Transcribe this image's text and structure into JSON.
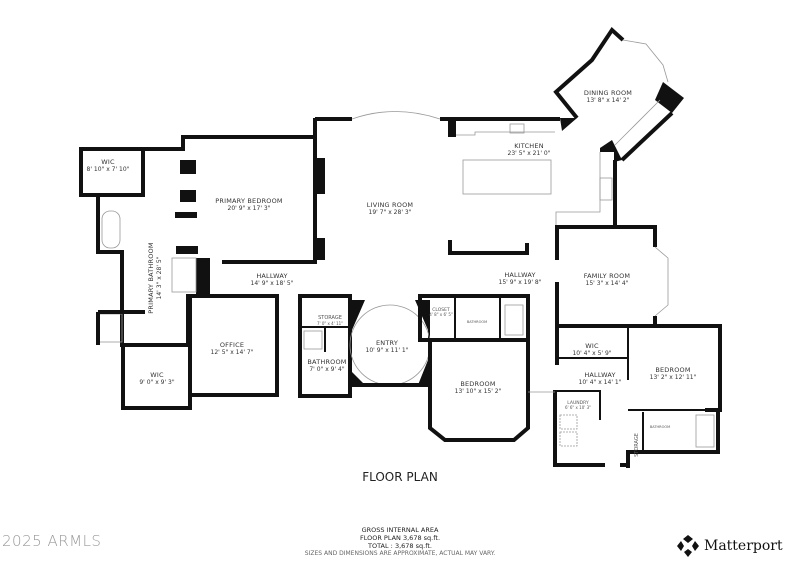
{
  "title": "FLOOR PLAN",
  "rooms": [
    {
      "id": "wic1",
      "name": "WIC",
      "dims": "8' 10\" x 7' 10\""
    },
    {
      "id": "primary-bedroom",
      "name": "PRIMARY BEDROOM",
      "dims": "20' 9\" x 17' 3\""
    },
    {
      "id": "primary-bathroom",
      "name": "PRIMARY BATHROOM",
      "dims": "14' 3\" x 28' 5\""
    },
    {
      "id": "hallway1",
      "name": "HALLWAY",
      "dims": "14' 9\" x 18' 5\""
    },
    {
      "id": "living-room",
      "name": "LIVING ROOM",
      "dims": "19' 7\" x 28' 3\""
    },
    {
      "id": "kitchen",
      "name": "KITCHEN",
      "dims": "23' 5\" x 21' 0\""
    },
    {
      "id": "dining-room",
      "name": "DINING ROOM",
      "dims": "13' 8\" x 14' 2\""
    },
    {
      "id": "hallway2",
      "name": "HALLWAY",
      "dims": "15' 9\" x 19' 8\""
    },
    {
      "id": "family-room",
      "name": "FAMILY ROOM",
      "dims": "15' 3\" x 14' 4\""
    },
    {
      "id": "storage1",
      "name": "STORAGE",
      "dims": "7' 0\" x 4' 11\""
    },
    {
      "id": "bathroom1",
      "name": "BATHROOM",
      "dims": "7' 0\" x 9' 4\""
    },
    {
      "id": "office",
      "name": "OFFICE",
      "dims": "12' 5\" x 14' 7\""
    },
    {
      "id": "wic2",
      "name": "WIC",
      "dims": "9' 0\" x 9' 3\""
    },
    {
      "id": "entry",
      "name": "ENTRY",
      "dims": "10' 9\" x 11' 1\""
    },
    {
      "id": "closet",
      "name": "CLOSET",
      "dims": "4' 8\" x 6' 5\""
    },
    {
      "id": "bathroom2",
      "name": "BATHROOM",
      "dims": ""
    },
    {
      "id": "bedroom1",
      "name": "BEDROOM",
      "dims": "13' 10\" x 15' 2\""
    },
    {
      "id": "wic3",
      "name": "WIC",
      "dims": "10' 4\" x 5' 9\""
    },
    {
      "id": "hallway3",
      "name": "HALLWAY",
      "dims": "10' 4\" x 14' 1\""
    },
    {
      "id": "bedroom2",
      "name": "BEDROOM",
      "dims": "13' 2\" x 12' 11\""
    },
    {
      "id": "laundry",
      "name": "LAUNDRY",
      "dims": "6' 6\" x 10' 3\""
    },
    {
      "id": "storage2",
      "name": "STORAGE",
      "dims": ""
    },
    {
      "id": "bathroom3",
      "name": "BATHROOM",
      "dims": ""
    }
  ],
  "area": {
    "heading": "GROSS INTERNAL AREA",
    "floor": "FLOOR PLAN 3,678 sq.ft.",
    "total": "TOTAL :  3,678 sq.ft."
  },
  "disclaimer": "SIZES AND DIMENSIONS ARE APPROXIMATE, ACTUAL MAY VARY.",
  "watermark": "2025 ARMLS",
  "brand": "Matterport",
  "brand_mark": "matterport-logo-icon"
}
